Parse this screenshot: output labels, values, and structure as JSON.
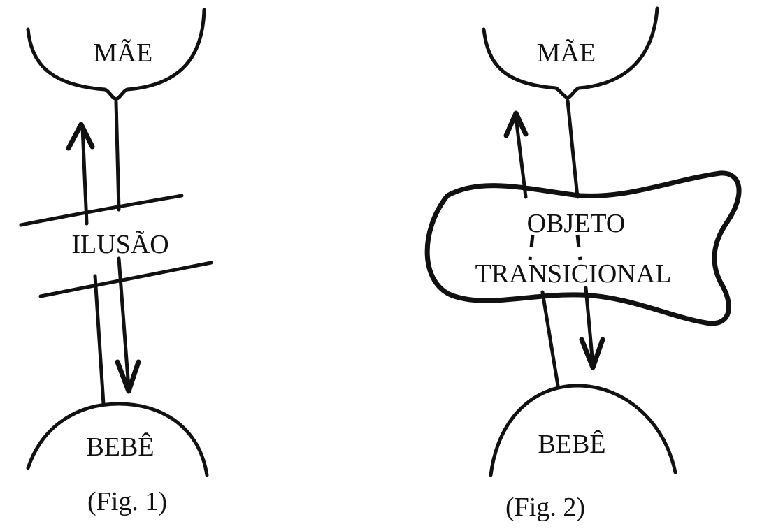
{
  "figures": [
    {
      "top_label": "MÃE",
      "middle_label": "ILUSÃO",
      "bottom_label": "BEBÊ",
      "caption": "(Fig. 1)"
    },
    {
      "top_label": "MÃE",
      "middle_label_line1": "OBJETO",
      "middle_label_line2": "TRANSICIONAL",
      "bottom_label": "BEBÊ",
      "caption": "(Fig. 2)"
    }
  ]
}
